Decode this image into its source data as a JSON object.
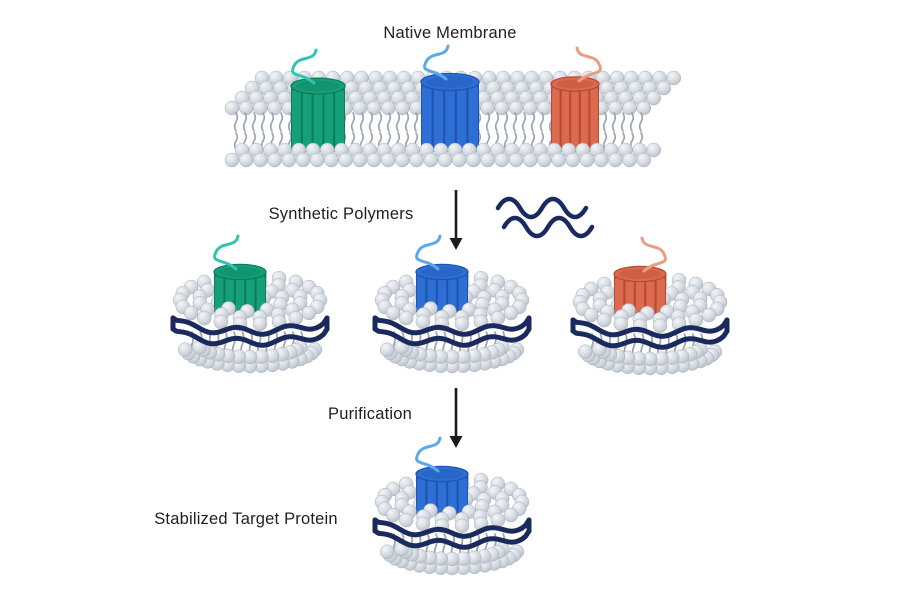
{
  "labels": {
    "native_membrane": "Native Membrane",
    "synthetic_polymers": "Synthetic Polymers",
    "purification": "Purification",
    "stabilized_target_protein": "Stabilized Target Protein"
  },
  "diagram": {
    "type": "process-flow",
    "steps": [
      {
        "stage": "Native Membrane",
        "graphic": "lipid bilayer slab with three embedded membrane proteins (green, blue, orange), each with a loop extending above the surface"
      },
      {
        "stage": "Synthetic Polymers",
        "graphic": "down arrow with two wavy navy polymer strands; membrane fragments into three polymer-wrapped lipid nanodiscs (green, blue, orange protein)"
      },
      {
        "stage": "Purification",
        "graphic": "down arrow"
      },
      {
        "stage": "Stabilized Target Protein",
        "graphic": "single polymer-wrapped nanodisc containing the blue target protein"
      }
    ]
  },
  "icons": {
    "down_arrow": "down-arrow",
    "polymer_waves": "two wavy polymer strands"
  },
  "colors": {
    "background": "#ffffff",
    "text": "#1f1f1f",
    "arrow": "#1c1c1c",
    "lipid_head_light": "#f3f5f7",
    "lipid_head_mid": "#d8dde3",
    "lipid_head_dark": "#b8c0c9",
    "lipid_head_stroke": "#a9b1bb",
    "lipid_tail": "#9aa4ae",
    "polymer": "#1a2a5e",
    "protein_green": "#16a07a",
    "protein_green_dark": "#0b7f5c",
    "squiggle_green": "#2fc5b2",
    "protein_blue": "#2e6fd6",
    "protein_blue_dark": "#1f55b0",
    "squiggle_blue": "#5aaae8",
    "protein_orange": "#dc6a4e",
    "protein_orange_dark": "#b84b33",
    "squiggle_orange": "#eb9d82"
  }
}
